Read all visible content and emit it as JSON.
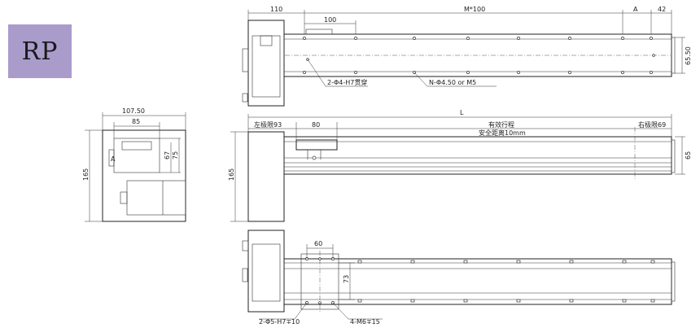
{
  "badge": {
    "label": "RP"
  },
  "top_view": {
    "dim_110": "110",
    "dim_100": "100",
    "dim_m100": "M*100",
    "dim_a": "A",
    "dim_42": "42",
    "dim_6550": "65.50",
    "note_pin": "2-Φ4-H7贯穿",
    "note_holes": "N-Φ4.50 or M5"
  },
  "side_view": {
    "dim_10750": "107.50",
    "dim_85": "85",
    "dim_67": "67",
    "dim_75": "75",
    "dim_165": "165",
    "label_a": "A"
  },
  "front_view": {
    "dim_l": "L",
    "left_limit": "左极限93",
    "dim_80": "80",
    "stroke": "有效行程",
    "safety": "安全距离10mm",
    "right_limit": "右极限69",
    "dim_165": "165",
    "dim_65": "65"
  },
  "bottom_view": {
    "dim_60": "60",
    "dim_73": "73",
    "note_pin": "2-Φ5-H7∓10",
    "note_m6": "4-M6∓15"
  }
}
